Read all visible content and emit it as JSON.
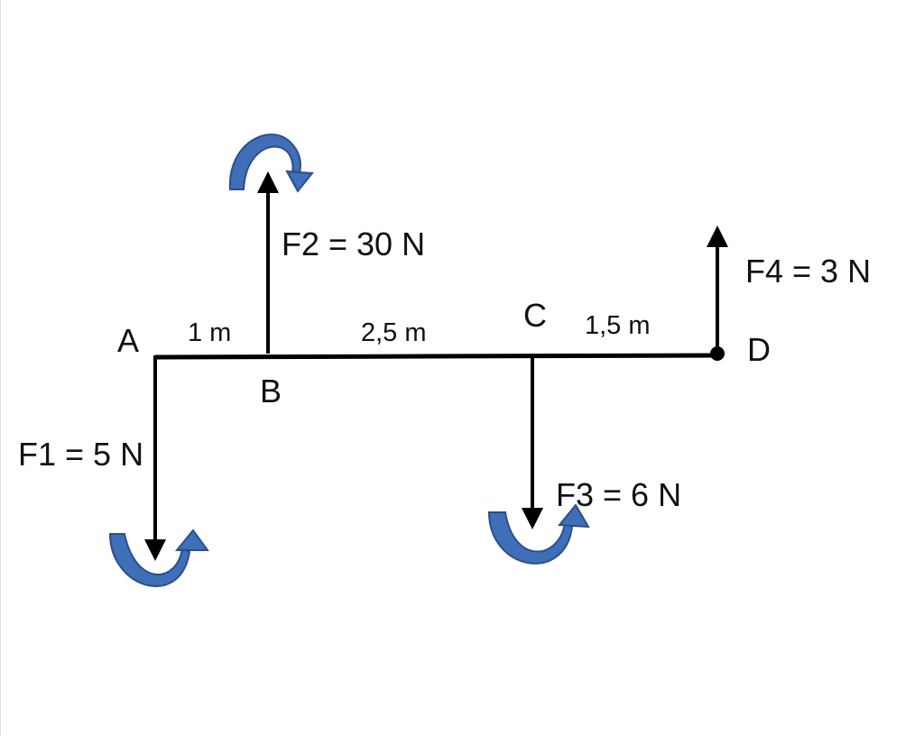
{
  "points": {
    "a": "A",
    "b": "B",
    "c": "C",
    "d": "D"
  },
  "distances": {
    "ab": "1 m",
    "bc": "2,5 m",
    "cd": "1,5 m"
  },
  "forces": {
    "f1": "F1 = 5 N",
    "f2": "F2 = 30 N",
    "f3": "F3 = 6 N",
    "f4": "F4 = 3 N"
  },
  "colors": {
    "beam": "#000000",
    "arrow": "#000000",
    "moment_arrow": "#3f6fb8",
    "moment_edge": "#2c4e8a"
  },
  "icons": {
    "moment_f1": "counterclockwise-rotation-arrow-icon",
    "moment_f2": "clockwise-rotation-arrow-icon",
    "moment_f3": "counterclockwise-rotation-arrow-icon"
  }
}
